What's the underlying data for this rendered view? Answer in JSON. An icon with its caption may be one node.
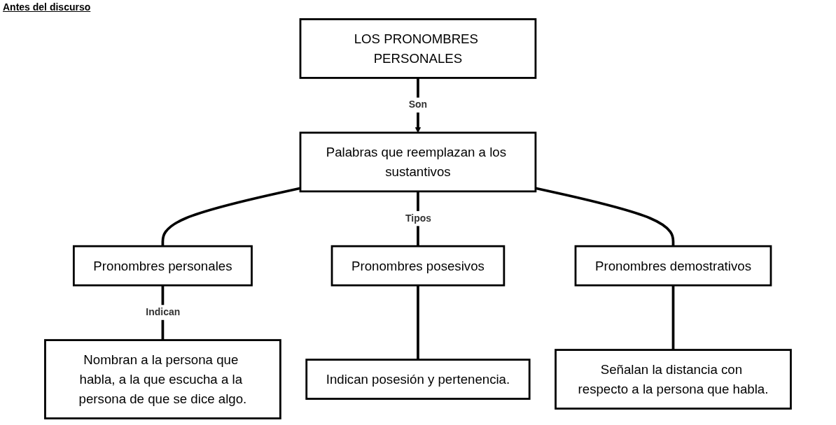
{
  "diagram": {
    "nodes": [
      {
        "text": [
          "LOS PRONOMBRES PERSONALES"
        ]
      },
      {
        "text": [
          "Palabras que reemplazan a los sustantivos"
        ]
      },
      {
        "text": [
          "Pronombres personales"
        ]
      },
      {
        "text": [
          "Pronombres posesivos"
        ]
      },
      {
        "text": [
          "Pronombres demostrativos"
        ]
      },
      {
        "text": [
          "Nombran a la persona que habla, a la que escucha a la persona de que se dice algo."
        ]
      },
      {
        "text": [
          "Indican posesión y pertenencia."
        ]
      },
      {
        "text": [
          "Señalan la distancia con respecto a la persona que habla."
        ]
      }
    ],
    "edges": [
      {
        "from": 0,
        "to": 1,
        "arrow": "to",
        "label": "Son"
      },
      {
        "from": 1,
        "to": 2,
        "arrow": "none"
      },
      {
        "from": 1,
        "to": 3,
        "arrow": "none",
        "label": "Tipos"
      },
      {
        "from": 1,
        "to": 4,
        "arrow": "none"
      },
      {
        "from": 2,
        "to": 5,
        "arrow": "none",
        "label": "Indican"
      },
      {
        "from": 3,
        "to": 6,
        "arrow": "none"
      },
      {
        "from": 4,
        "to": 7,
        "arrow": "none"
      }
    ],
    "labels": [
      "Antes del discurso"
    ]
  }
}
